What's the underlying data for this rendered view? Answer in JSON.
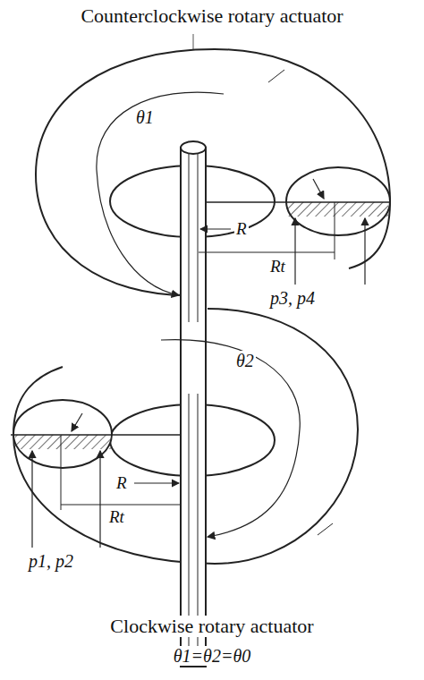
{
  "diagram": {
    "labels": [
      "Counterclockwise rotary actuator",
      "θ1",
      "R",
      "Rt",
      "p3, p4",
      "θ2",
      "R",
      "Rt",
      "p1, p2",
      "Clockwise rotary actuator",
      "θ1=θ2=θ0"
    ]
  }
}
